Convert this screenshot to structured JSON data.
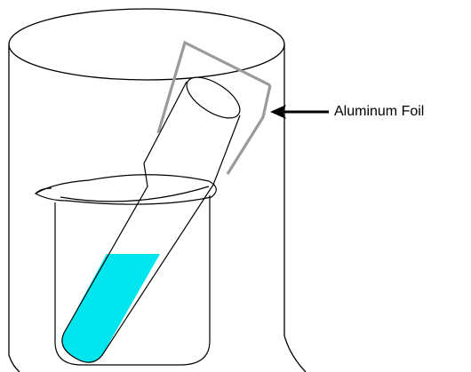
{
  "diagram": {
    "label_text": "Aluminum Foil",
    "colors": {
      "outline": "#000000",
      "foil": "#9a9a9a",
      "solution": "#00e5ee",
      "background": "#ffffff"
    },
    "parts": [
      "outer-jar",
      "beaker",
      "test-tube",
      "solution",
      "aluminum-foil",
      "pointer-arrow"
    ]
  }
}
